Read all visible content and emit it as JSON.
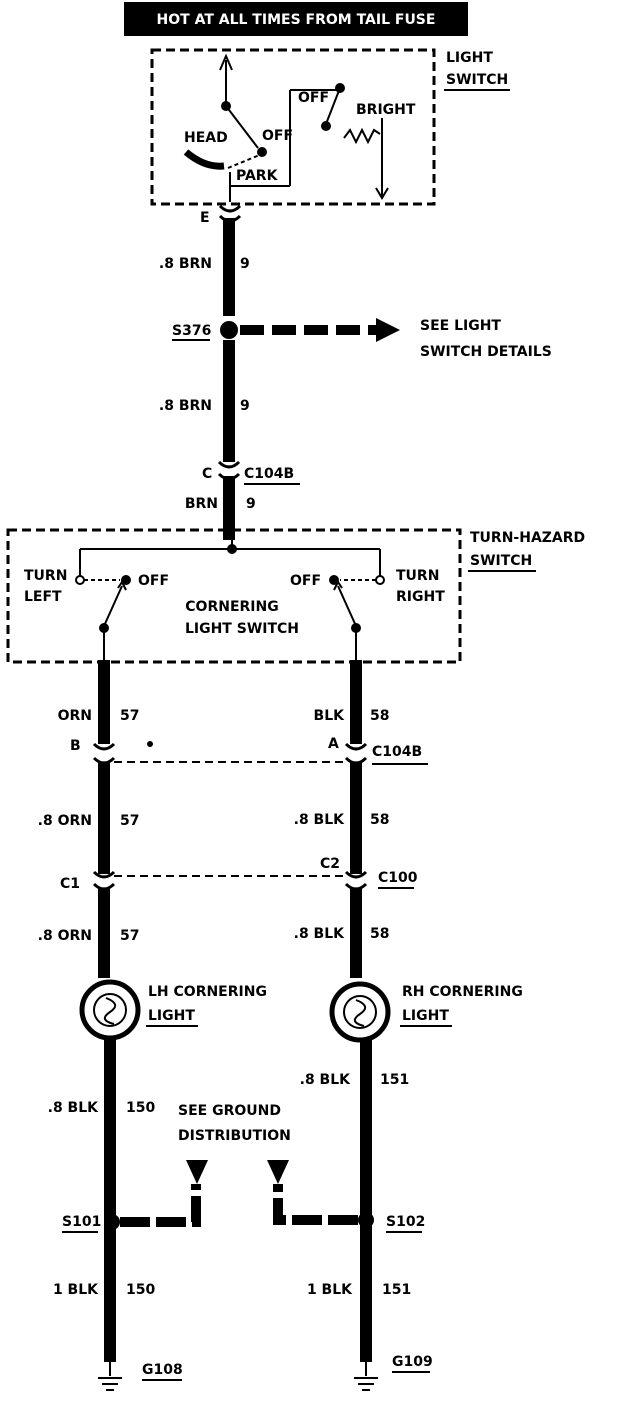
{
  "header": "HOT AT ALL TIMES FROM TAIL  FUSE",
  "light_switch": {
    "label_1": "LIGHT",
    "label_2": "SWITCH",
    "head": "HEAD",
    "off_1": "OFF",
    "park": "PARK",
    "off_2": "OFF",
    "bright": "BRIGHT",
    "terminal": "E"
  },
  "top_wire": {
    "wire_a_gauge": ".8 BRN",
    "wire_a_circuit": "9",
    "splice": "S376",
    "see_1": "SEE LIGHT",
    "see_2": "SWITCH DETAILS",
    "wire_b_gauge": ".8 BRN",
    "wire_b_circuit": "9",
    "conn_pin": "C",
    "conn": "C104B",
    "wire_c_gauge": "BRN",
    "wire_c_circuit": "9"
  },
  "turn_hazard": {
    "label_1": "TURN-HAZARD",
    "label_2": "SWITCH",
    "turn_left_1": "TURN",
    "turn_left_2": "LEFT",
    "off_left": "OFF",
    "off_right": "OFF",
    "turn_right_1": "TURN",
    "turn_right_2": "RIGHT",
    "cornering_1": "CORNERING",
    "cornering_2": "LIGHT SWITCH"
  },
  "left_branch": {
    "w1_gauge": "ORN",
    "w1_circuit": "57",
    "pin_1": "B",
    "w2_gauge": ".8 ORN",
    "w2_circuit": "57",
    "pin_2": "C1",
    "w3_gauge": ".8 ORN",
    "w3_circuit": "57",
    "lamp_1": "LH CORNERING",
    "lamp_2": "LIGHT",
    "w4_gauge": ".8 BLK",
    "w4_circuit": "150",
    "splice": "S101",
    "w5_gauge": "1 BLK",
    "w5_circuit": "150",
    "ground": "G108"
  },
  "right_branch": {
    "w1_gauge": "BLK",
    "w1_circuit": "58",
    "pin_1": "A",
    "conn_1": "C104B",
    "w2_gauge": ".8 BLK",
    "w2_circuit": "58",
    "pin_2": "C2",
    "conn_2": "C100",
    "w3_gauge": ".8 BLK",
    "w3_circuit": "58",
    "lamp_1": "RH CORNERING",
    "lamp_2": "LIGHT",
    "w4_gauge": ".8 BLK",
    "w4_circuit": "151",
    "splice": "S102",
    "w5_gauge": "1 BLK",
    "w5_circuit": "151",
    "ground": "G109"
  },
  "ground_note": {
    "line_1": "SEE GROUND",
    "line_2": "DISTRIBUTION"
  }
}
